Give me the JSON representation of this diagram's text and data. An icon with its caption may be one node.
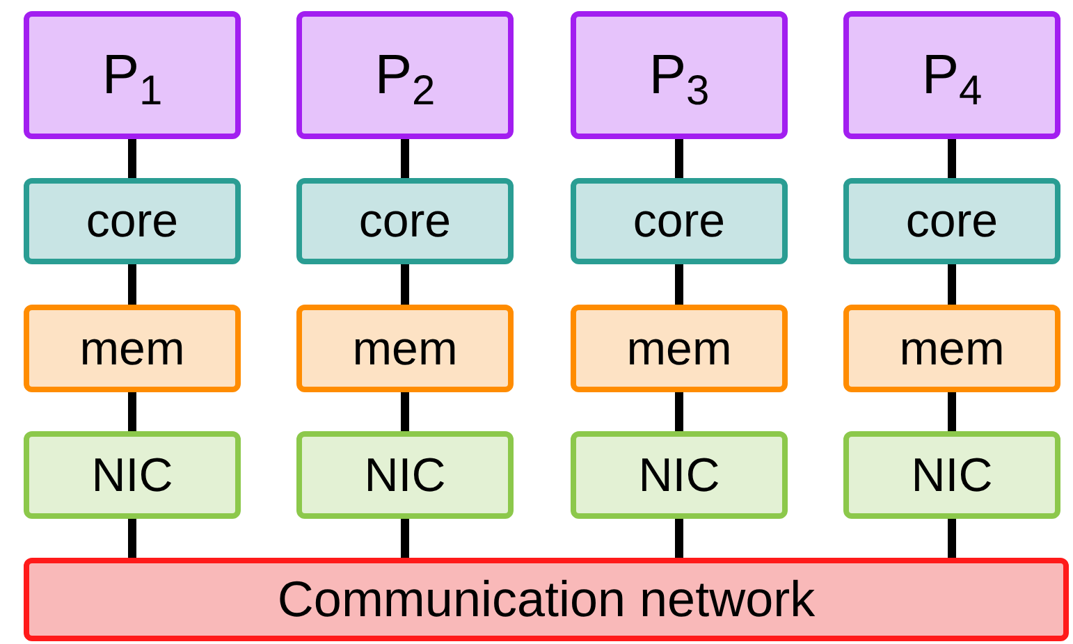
{
  "diagram": {
    "nodes": [
      {
        "text": [
          "P$_{1}$"
        ]
      },
      {
        "text": [
          "P$_{2}$"
        ]
      },
      {
        "text": [
          "P$_{3}$"
        ]
      },
      {
        "text": [
          "P$_{4}$"
        ]
      },
      {
        "text": [
          "core"
        ]
      },
      {
        "text": [
          "core"
        ]
      },
      {
        "text": [
          "core"
        ]
      },
      {
        "text": [
          "core"
        ]
      },
      {
        "text": [
          "mem"
        ]
      },
      {
        "text": [
          "mem"
        ]
      },
      {
        "text": [
          "mem"
        ]
      },
      {
        "text": [
          "mem"
        ]
      },
      {
        "text": [
          "NIC"
        ]
      },
      {
        "text": [
          "NIC"
        ]
      },
      {
        "text": [
          "NIC"
        ]
      },
      {
        "text": [
          "NIC"
        ]
      },
      {
        "text": [
          "Communication network"
        ]
      }
    ],
    "edges": [
      {
        "from": 0,
        "to": 4,
        "arrow": "none"
      },
      {
        "from": 4,
        "to": 8,
        "arrow": "none"
      },
      {
        "from": 8,
        "to": 12,
        "arrow": "none"
      },
      {
        "from": 12,
        "to": 16,
        "arrow": "none"
      },
      {
        "from": 1,
        "to": 5,
        "arrow": "none"
      },
      {
        "from": 5,
        "to": 9,
        "arrow": "none"
      },
      {
        "from": 9,
        "to": 13,
        "arrow": "none"
      },
      {
        "from": 13,
        "to": 16,
        "arrow": "none"
      },
      {
        "from": 2,
        "to": 6,
        "arrow": "none"
      },
      {
        "from": 6,
        "to": 10,
        "arrow": "none"
      },
      {
        "from": 10,
        "to": 14,
        "arrow": "none"
      },
      {
        "from": 14,
        "to": 16,
        "arrow": "none"
      },
      {
        "from": 3,
        "to": 7,
        "arrow": "none"
      },
      {
        "from": 7,
        "to": 11,
        "arrow": "none"
      },
      {
        "from": 11,
        "to": 15,
        "arrow": "none"
      },
      {
        "from": 15,
        "to": 16,
        "arrow": "none"
      }
    ]
  }
}
